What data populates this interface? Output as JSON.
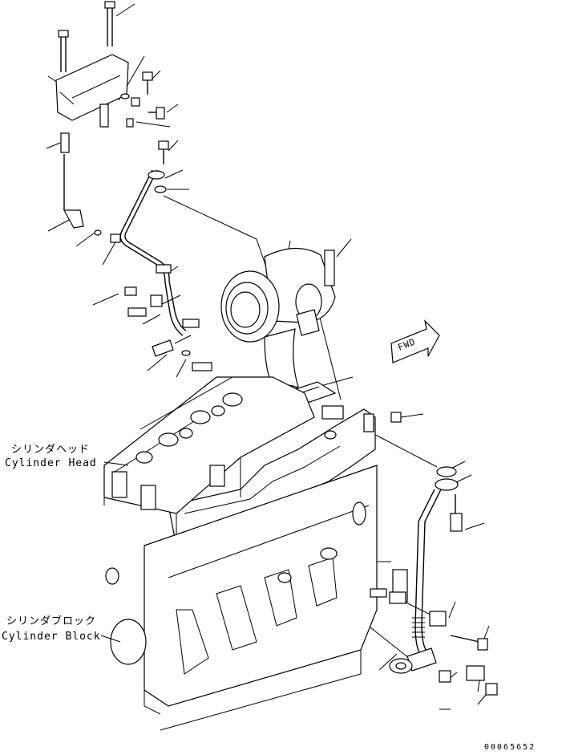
{
  "labels": {
    "cylinder_head_jp": "シリンダヘッド",
    "cylinder_head_en": "Cylinder Head",
    "cylinder_block_jp": "シリンダブロック",
    "cylinder_block_en": "Cylinder Block",
    "fwd_marker": "FWD",
    "drawing_number": "00065652"
  }
}
